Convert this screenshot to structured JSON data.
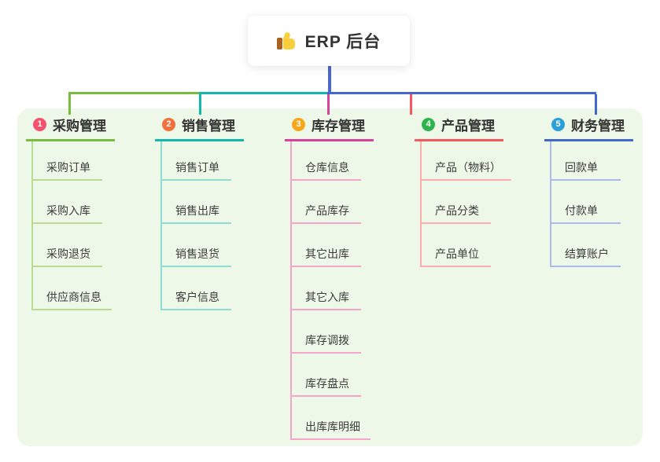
{
  "root": {
    "title": "ERP 后台",
    "icon": "thumbs-up-icon",
    "stem_color": "#4a67d3"
  },
  "branches": [
    {
      "number": "1",
      "label": "采购管理",
      "badge_color": "#f4516c",
      "line_color": "#7abc3f",
      "light_color": "#b9dc92",
      "children": [
        "采购订单",
        "采购入库",
        "采购退货",
        "供应商信息"
      ]
    },
    {
      "number": "2",
      "label": "销售管理",
      "badge_color": "#f1703c",
      "line_color": "#12b7ad",
      "light_color": "#8fdcd4",
      "children": [
        "销售订单",
        "销售出库",
        "销售退货",
        "客户信息"
      ]
    },
    {
      "number": "3",
      "label": "库存管理",
      "badge_color": "#f7a71c",
      "line_color": "#d8419c",
      "light_color": "#f3a5ca",
      "children": [
        "仓库信息",
        "产品库存",
        "其它出库",
        "其它入库",
        "库存调拨",
        "库存盘点",
        "出库库明细"
      ]
    },
    {
      "number": "4",
      "label": "产品管理",
      "badge_color": "#2fb44d",
      "line_color": "#f8575d",
      "light_color": "#fbaeab",
      "children": [
        "产品（物料）",
        "产品分类",
        "产品单位"
      ]
    },
    {
      "number": "5",
      "label": "财务管理",
      "badge_color": "#2b9fd8",
      "line_color": "#4467cd",
      "light_color": "#a9bbea",
      "children": [
        "回款单",
        "付款单",
        "结算账户"
      ]
    }
  ],
  "colors": {
    "page_bg": "#ffffff",
    "panel_bg": "#eef8e8",
    "text": "#333333",
    "child_text": "#3c3c3c"
  }
}
